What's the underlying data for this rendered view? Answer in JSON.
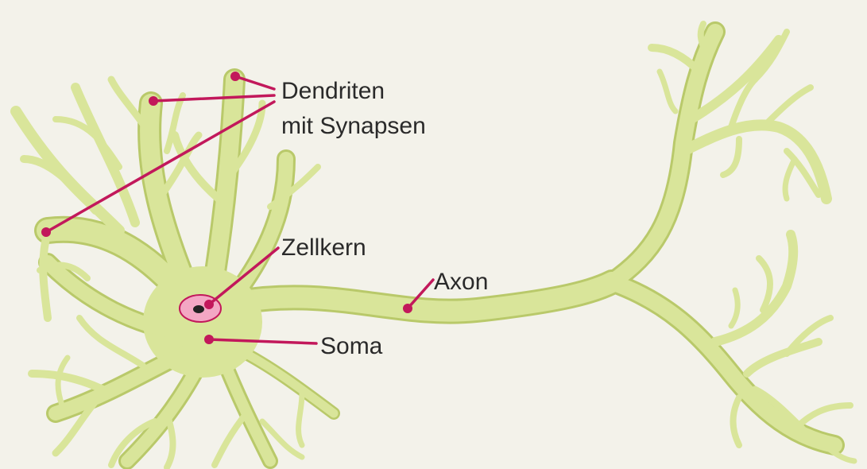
{
  "labels": {
    "dendrites_line1": "Dendriten",
    "dendrites_line2": "mit Synapsen",
    "nucleus": "Zellkern",
    "axon": "Axon",
    "soma": "Soma"
  },
  "colors": {
    "background": "#f3f2ea",
    "cell_fill": "#d9e59a",
    "cell_stroke": "#b9c96a",
    "pointer": "#c2185b",
    "nucleus_fill": "#f3a7c4",
    "nucleolus": "#222222",
    "text": "#2a2a2a"
  }
}
